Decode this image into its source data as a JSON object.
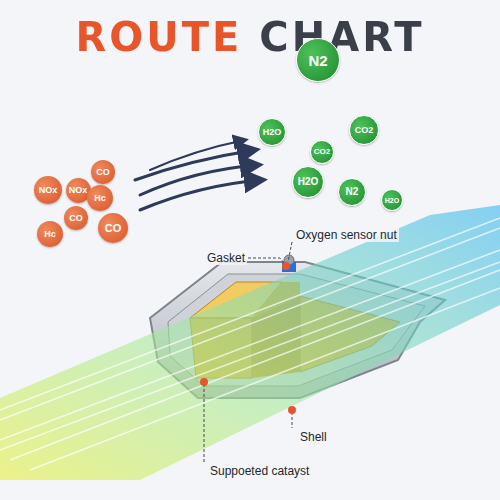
{
  "diagram": {
    "title": "ROUTE CHART",
    "nodes": [
      {
        "text": [
          "CO"
        ]
      },
      {
        "text": [
          "NOx"
        ]
      },
      {
        "text": [
          "NOx"
        ]
      },
      {
        "text": [
          "Hc"
        ]
      },
      {
        "text": [
          "CO"
        ]
      },
      {
        "text": [
          "CO"
        ]
      },
      {
        "text": [
          "Hc"
        ]
      },
      {
        "text": [
          "N2"
        ]
      },
      {
        "text": [
          "H2O"
        ]
      },
      {
        "text": [
          "CO2"
        ]
      },
      {
        "text": [
          "CO2"
        ]
      },
      {
        "text": [
          "H2O"
        ]
      },
      {
        "text": [
          "N2"
        ]
      },
      {
        "text": [
          "H2O"
        ]
      }
    ],
    "labels": [
      "Gasket",
      "Oxygen sensor nut",
      "Suppoeted catayst",
      "Shell"
    ]
  }
}
